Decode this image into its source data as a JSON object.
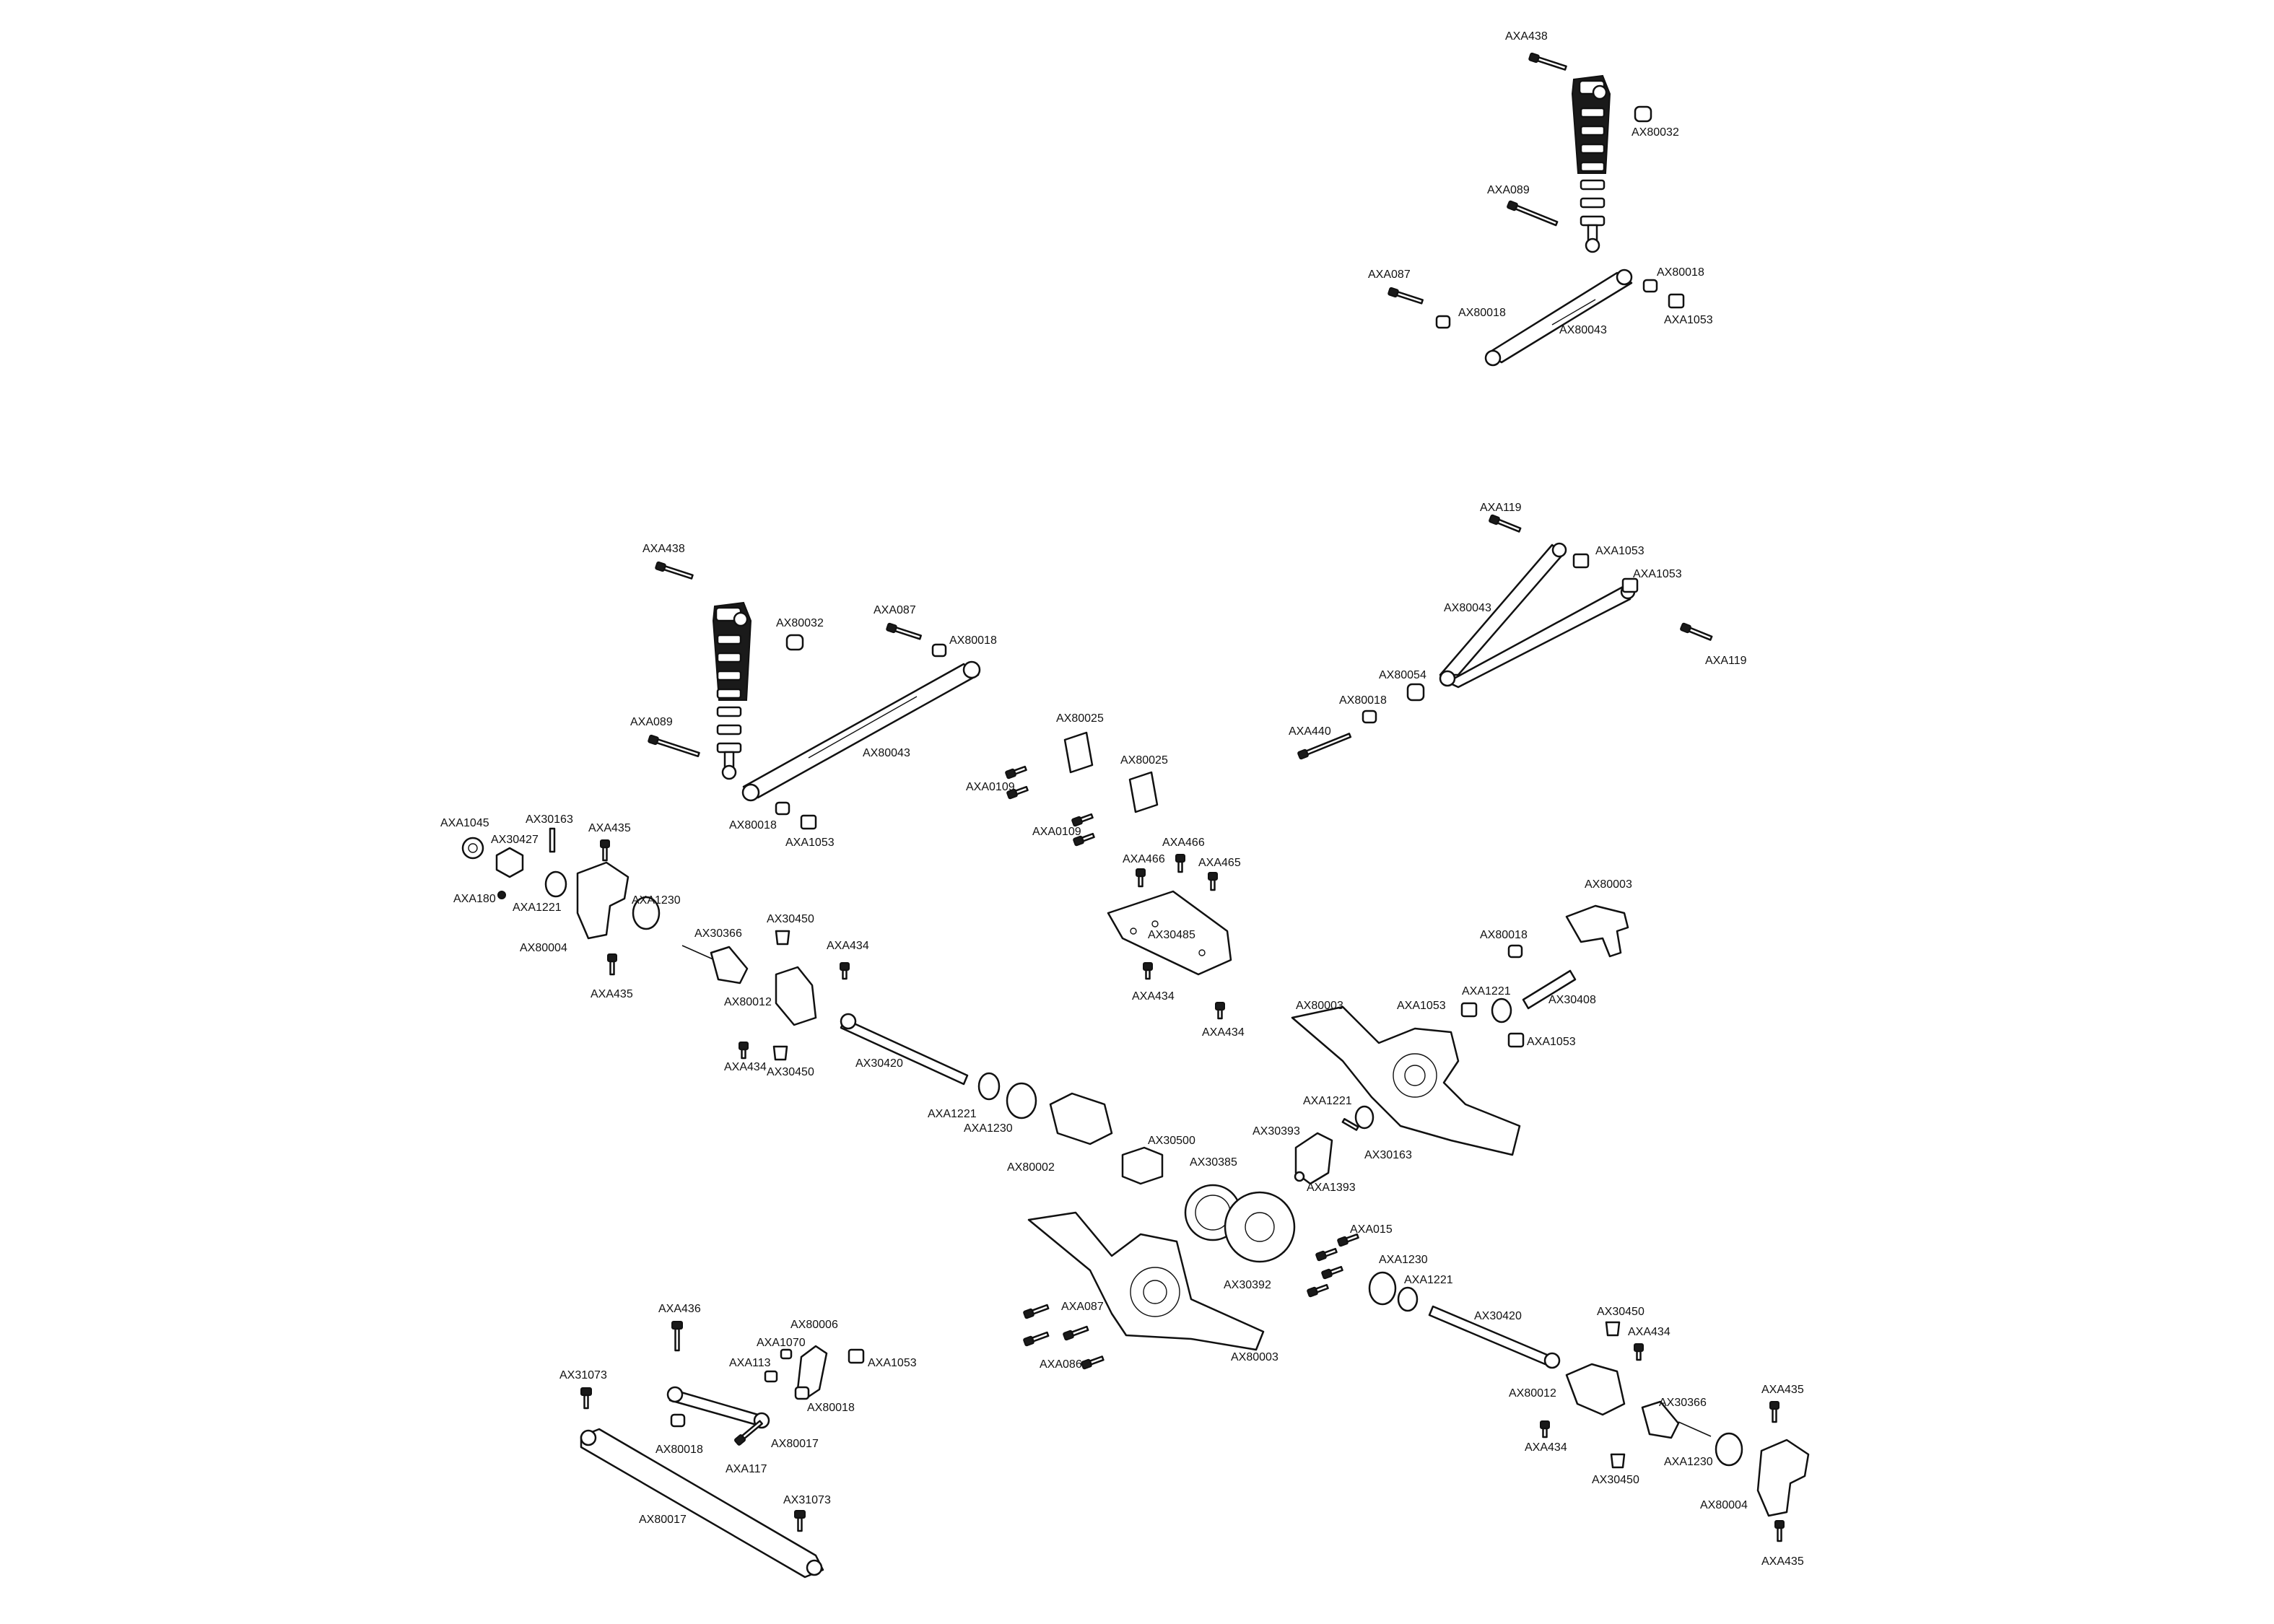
{
  "labels": {
    "axa438_top": "AXA438",
    "ax80032_top": "AX80032",
    "axa089_top": "AXA089",
    "axa087_top": "AXA087",
    "ax80018_top_a": "AX80018",
    "ax80018_top_b": "AX80018",
    "ax80043_top": "AX80043",
    "axa1053_top": "AXA1053",
    "axa119_a": "AXA119",
    "axa119_b": "AXA119",
    "axa1053_vlink_a": "AXA1053",
    "axa1053_vlink_b": "AXA1053",
    "ax80043_vlink": "AX80043",
    "ax80054": "AX80054",
    "ax80018_vlink": "AX80018",
    "axa440": "AXA440",
    "axa438_left": "AXA438",
    "ax80032_left": "AX80032",
    "axa087_left": "AXA087",
    "ax80018_left_a": "AX80018",
    "axa089_left": "AXA089",
    "ax80043_left": "AX80043",
    "ax80018_left_b": "AX80018",
    "axa1053_left": "AXA1053",
    "ax80025_a": "AX80025",
    "ax80025_b": "AX80025",
    "axa0109_a": "AXA0109",
    "axa0109_b": "AXA0109",
    "axa1045": "AXA1045",
    "ax30163_left": "AX30163",
    "ax30427": "AX30427",
    "axa435_left_a": "AXA435",
    "axa180": "AXA180",
    "axa1221_left": "AXA1221",
    "axa1230_left": "AXA1230",
    "ax80004_left": "AX80004",
    "axa435_left_b": "AXA435",
    "ax30366_left": "AX30366",
    "ax30450_left_a": "AX30450",
    "axa434_left_a": "AXA434",
    "ax80012_left": "AX80012",
    "axa434_left_b": "AXA434",
    "ax30450_left_b": "AX30450",
    "ax30420_left": "AX30420",
    "axa466_a": "AXA466",
    "axa466_b": "AXA466",
    "axa465": "AXA465",
    "ax30485": "AX30485",
    "axa434_skid_a": "AXA434",
    "axa434_skid_b": "AXA434",
    "ax80003_upper": "AX80003",
    "ax80018_right": "AX80018",
    "axa1221_right_a": "AXA1221",
    "ax30408": "AX30408",
    "ax80003_housing": "AX80003",
    "axa1053_right_a": "AXA1053",
    "axa1053_right_b": "AXA1053",
    "axa1221_center": "AXA1221",
    "axa1230_center": "AXA1230",
    "ax80002": "AX80002",
    "ax30500": "AX30500",
    "axa1221_pinion": "AXA1221",
    "ax30393": "AX30393",
    "ax30163_center": "AX30163",
    "ax30385": "AX30385",
    "axa1393": "AXA1393",
    "ax30392": "AX30392",
    "axa015": "AXA015",
    "axa1230_right": "AXA1230",
    "axa1221_right_b": "AXA1221",
    "ax30420_right": "AX30420",
    "axa087_bottom": "AXA087",
    "axa086": "AXA086",
    "ax80003_bottom": "AX80003",
    "ax30450_right_a": "AX30450",
    "axa434_right_a": "AXA434",
    "ax80012_right": "AX80012",
    "axa434_right_b": "AXA434",
    "ax30366_right": "AX30366",
    "axa435_right_a": "AXA435",
    "axa1230_right_b": "AXA1230",
    "ax30450_right_b": "AX30450",
    "ax80004_right": "AX80004",
    "axa435_right_b": "AXA435",
    "axa436": "AXA436",
    "ax80006": "AX80006",
    "axa1070": "AXA1070",
    "axa113": "AXA113",
    "axa1053_steer": "AXA1053",
    "ax80018_steer_a": "AX80018",
    "ax31073_a": "AX31073",
    "ax80017_a": "AX80017",
    "ax80018_steer_b": "AX80018",
    "axa117": "AXA117",
    "ax31073_b": "AX31073",
    "ax80017_b": "AX80017"
  }
}
